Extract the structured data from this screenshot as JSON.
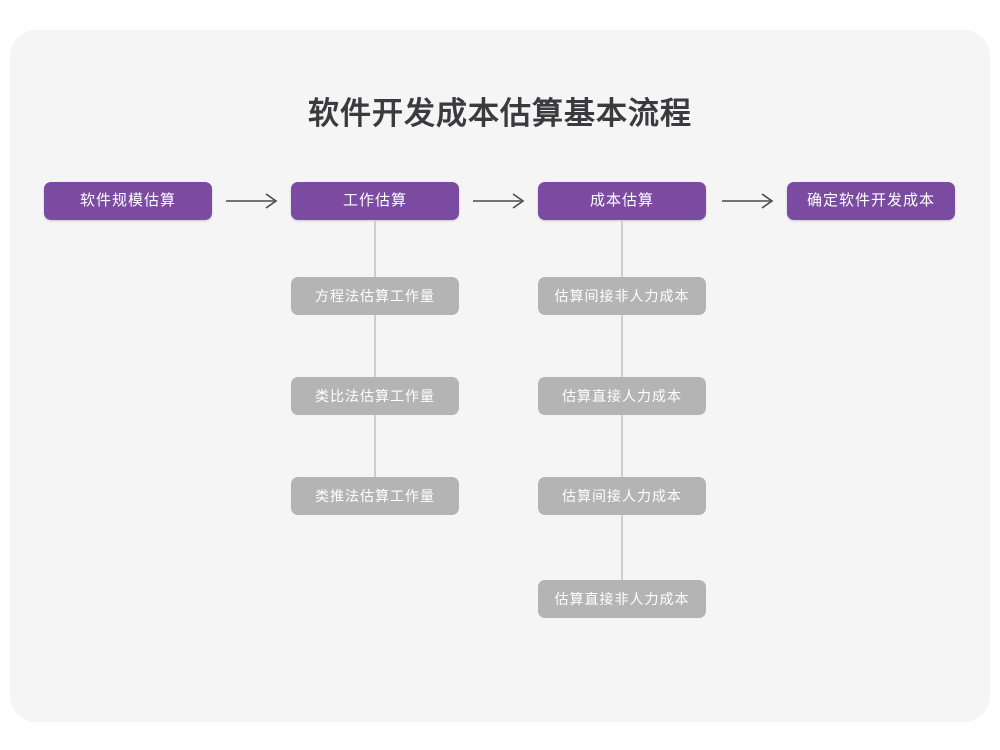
{
  "diagram": {
    "title": "软件开发成本估算基本流程",
    "colors": {
      "primary": "#7a4ba0",
      "secondary": "#b4b4b4",
      "card_background": "#f5f5f6",
      "page_background": "#ffffff",
      "title_text": "#3b3b3d",
      "connector": "#cfcfd1",
      "arrow": "#4a4a4a"
    },
    "main_flow": [
      {
        "id": "scale",
        "label": "软件规模估算"
      },
      {
        "id": "work",
        "label": "工作估算"
      },
      {
        "id": "cost",
        "label": "成本估算"
      },
      {
        "id": "final",
        "label": "确定软件开发成本"
      }
    ],
    "arrows": [
      {
        "id": "arrow-1",
        "glyph": "→",
        "from": "软件规模估算",
        "to": "工作估算"
      },
      {
        "id": "arrow-2",
        "glyph": "→",
        "from": "工作估算",
        "to": "成本估算"
      },
      {
        "id": "arrow-3",
        "glyph": "→",
        "from": "成本估算",
        "to": "确定软件开发成本"
      }
    ],
    "work_substeps": [
      {
        "id": "work-1",
        "label": "方程法估算工作量"
      },
      {
        "id": "work-2",
        "label": "类比法估算工作量"
      },
      {
        "id": "work-3",
        "label": "类推法估算工作量"
      }
    ],
    "cost_substeps": [
      {
        "id": "cost-1",
        "label": "估算间接非人力成本"
      },
      {
        "id": "cost-2",
        "label": "估算直接人力成本"
      },
      {
        "id": "cost-3",
        "label": "估算间接人力成本"
      },
      {
        "id": "cost-4",
        "label": "估算直接非人力成本"
      }
    ]
  }
}
